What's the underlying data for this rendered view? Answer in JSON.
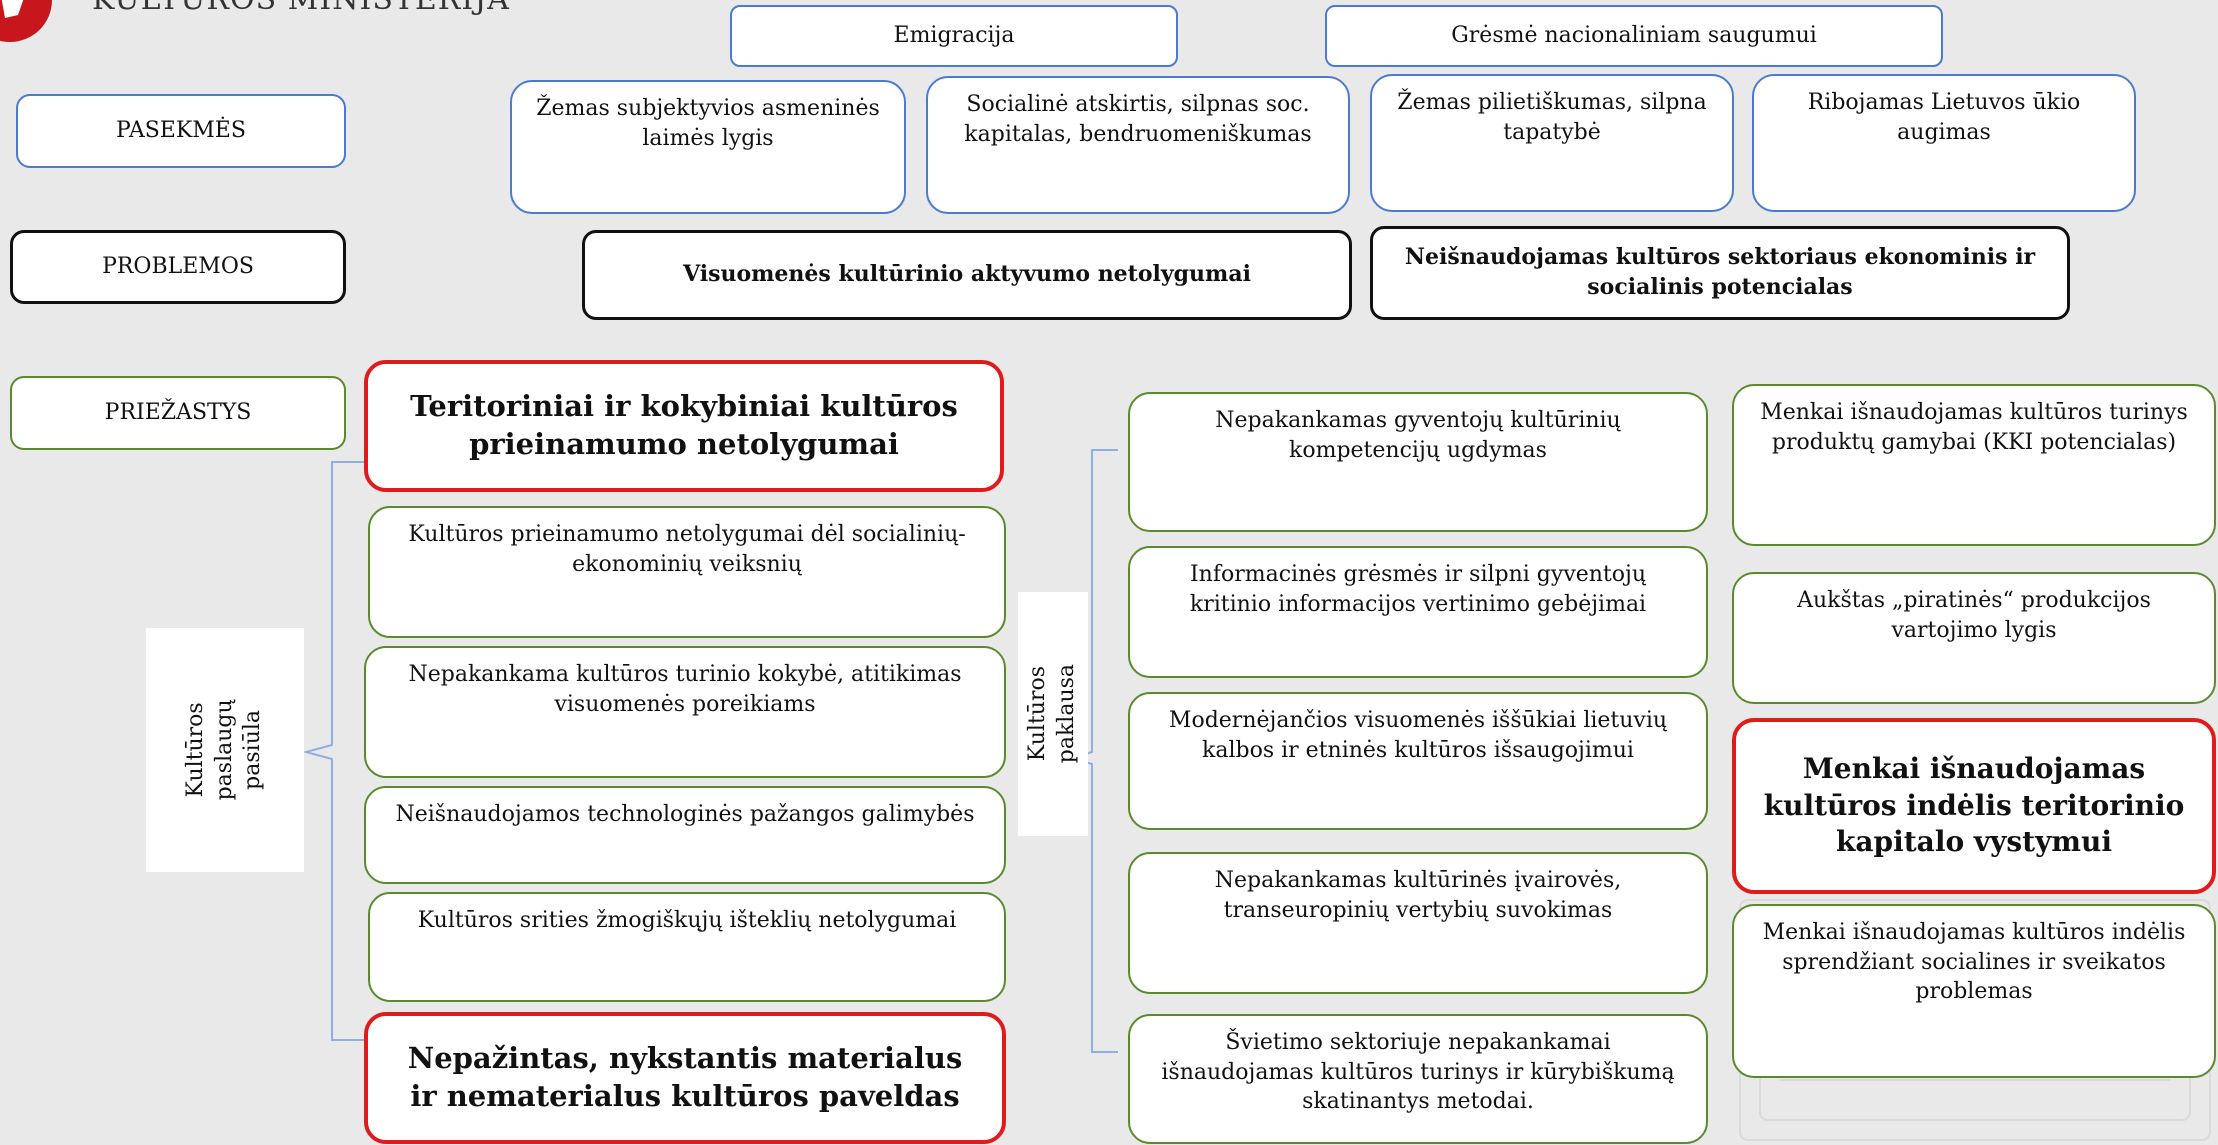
{
  "header": {
    "ministry": "KULTŪROS MINISTERIJA"
  },
  "row_labels": {
    "pasekmes": "PASEKMĖS",
    "problemos": "PROBLEMOS",
    "priezastys": "PRIEŽASTYS"
  },
  "top": {
    "emigracija": "Emigracija",
    "gresme": "Grėsmė nacionaliniam saugumui"
  },
  "pasekmes": [
    "Žemas subjektyvios asmeninės laimės lygis",
    "Socialinė atskirtis, silpnas soc. kapitalas, bendruomeniškumas",
    "Žemas pilietiškumas, silpna tapatybė",
    "Ribojamas Lietuvos ūkio augimas"
  ],
  "problemos": [
    "Visuomenės kultūrinio aktyvumo netolygumai",
    "Neišnaudojamas kultūros sektoriaus ekonominis ir socialinis potencialas"
  ],
  "side_labels": {
    "pasiula": "Kultūros paslaugų\npasiūla",
    "paklausa": "Kultūros paklausa"
  },
  "pasiula": {
    "header": "Teritoriniai ir kokybiniai kultūros prieinamumo netolygumai",
    "items": [
      "Kultūros prieinamumo netolygumai dėl socialinių-ekonominių veiksnių",
      "Nepakankama kultūros turinio kokybė, atitikimas visuomenės poreikiams",
      "Neišnaudojamos technologinės pažangos galimybės",
      "Kultūros srities žmogiškųjų išteklių netolygumai"
    ],
    "footer": "Nepažintas, nykstantis materialus ir nematerialus kultūros paveldas"
  },
  "paklausa": [
    "Nepakankamas gyventojų kultūrinių kompetencijų ugdymas",
    "Informacinės grėsmės ir silpni gyventojų kritinio informacijos vertinimo gebėjimai",
    "Modernėjančios visuomenės iššūkiai lietuvių kalbos ir etninės kultūros išsaugojimui",
    "Nepakankamas kultūrinės įvairovės, transeuropinių vertybių suvokimas",
    "Švietimo sektoriuje nepakankamai išnaudojamas kultūros turinys ir kūrybiškumą skatinantys metodai."
  ],
  "potencialas": {
    "items_top": [
      "Menkai išnaudojamas kultūros turinys produktų gamybai (KKI potencialas)",
      "Aukštas „piratinės“ produkcijos vartojimo lygis"
    ],
    "highlight": "Menkai išnaudojamas kultūros indėlis teritorinio kapitalo vystymui",
    "item_bottom": "Menkai išnaudojamas kultūros indėlis sprendžiant socialines ir sveikatos problemas"
  },
  "colors": {
    "blue": "#4a7bd0",
    "green": "#5a8a2e",
    "red": "#e01b1b",
    "black": "#111111"
  }
}
